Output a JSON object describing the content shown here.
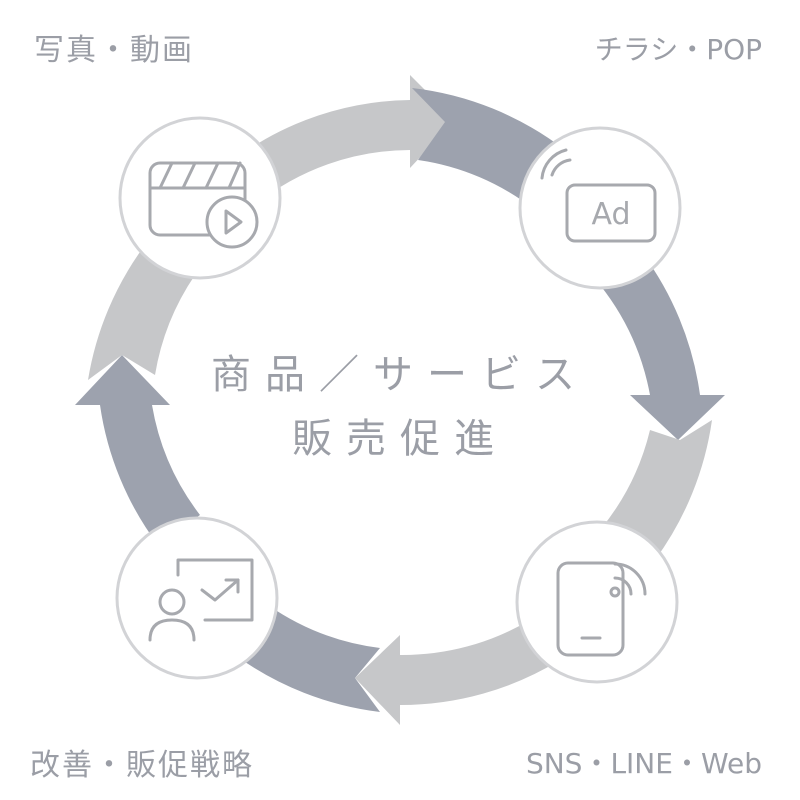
{
  "corner_labels": {
    "top_left": "写真・動画",
    "top_right": "チラシ・POP",
    "bottom_left": "改善・販促戦略",
    "bottom_right": "SNS・LINE・Web"
  },
  "center": {
    "line1": "商品／サービス",
    "line2": "販売促進"
  },
  "icons": {
    "top_left": "video-clapperboard-icon",
    "top_right": "ad-broadcast-icon",
    "bottom_right": "smartphone-wireless-icon",
    "bottom_left": "user-presentation-icon",
    "ad_label": "Ad"
  },
  "colors": {
    "dark_arrow": "#9da2ae",
    "light_arrow": "#c6c7c9",
    "text": "#9b9ea6",
    "ring": "#d2d3d6"
  }
}
